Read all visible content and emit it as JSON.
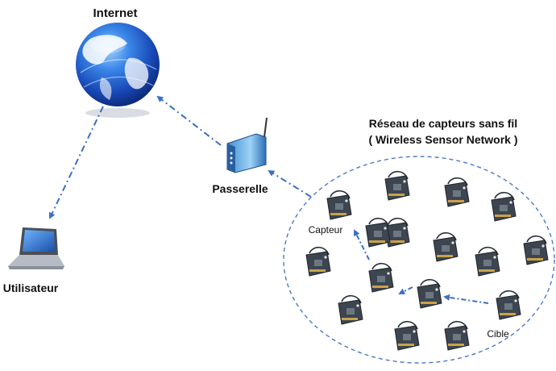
{
  "labels": {
    "internet": "Internet",
    "gateway": "Passerelle",
    "user": "Utilisateur",
    "wsn_title_fr": "Réseau de capteurs sans fil",
    "wsn_title_en": "( Wireless Sensor Network )",
    "sensor": "Capteur",
    "target": "Cible"
  },
  "colors": {
    "arrow": "#3a6fc4",
    "network_outline": "#4a79c9",
    "globe": "#1f58c8",
    "sensor_board": "#3d4650"
  },
  "icons": {
    "internet": "globe-icon",
    "gateway": "router-icon",
    "user": "laptop-icon",
    "sensor": "sensor-node-icon"
  },
  "sensor_count": 16
}
